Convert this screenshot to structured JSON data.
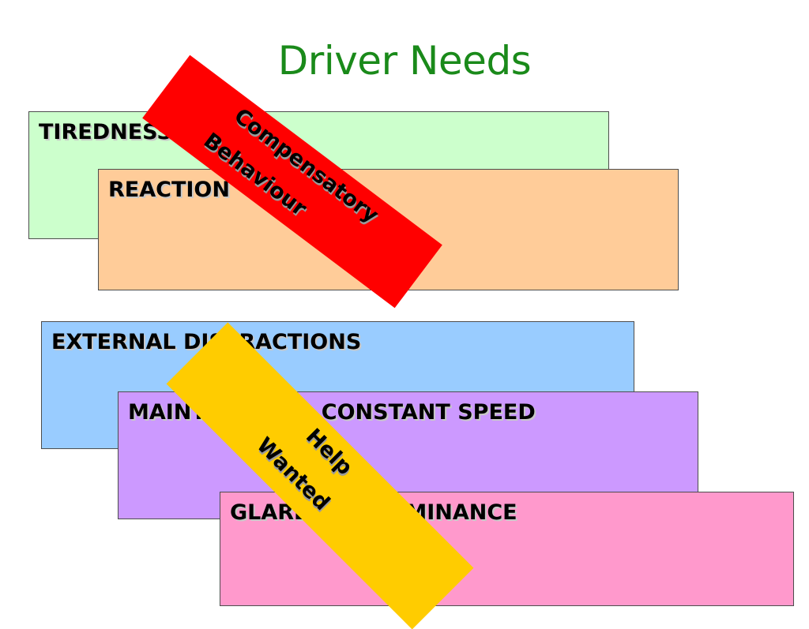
{
  "slide": {
    "title": "Driver Needs",
    "title_color": "#1a8a1a"
  },
  "boxes": [
    {
      "label": "TIREDNESS",
      "color": "#ccffcc"
    },
    {
      "label": "REACTION",
      "color": "#ffcc99"
    },
    {
      "label": "EXTERNAL DISTRACTIONS",
      "color": "#99ccff"
    },
    {
      "label": "MAINTAINING A CONSTANT SPEED",
      "color": "#cc99ff"
    },
    {
      "label": "GLARE AND LUMINANCE",
      "color": "#ff99cc"
    }
  ],
  "banners": [
    {
      "line1": "Compensatory",
      "line2": "Behaviour",
      "color": "#ff0000"
    },
    {
      "line1": "Help",
      "line2": "Wanted",
      "color": "#ffcc00"
    }
  ]
}
